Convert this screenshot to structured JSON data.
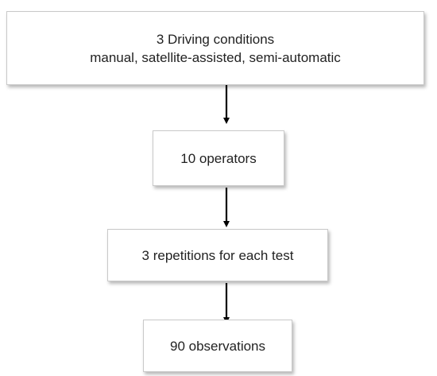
{
  "nodes": [
    {
      "id": "box1",
      "lines": [
        "3 Driving conditions",
        "manual, satellite-assisted, semi-automatic"
      ]
    },
    {
      "id": "box2",
      "lines": [
        "10 operators"
      ]
    },
    {
      "id": "box3",
      "lines": [
        "3 repetitions for each test"
      ]
    },
    {
      "id": "box4",
      "lines": [
        "90 observations"
      ]
    }
  ],
  "edges": [
    {
      "from": "box1",
      "to": "box2"
    },
    {
      "from": "box2",
      "to": "box3"
    },
    {
      "from": "box3",
      "to": "box4"
    }
  ],
  "colors": {
    "arrow": "#000000",
    "box_border": "#c9c9c9",
    "text": "#222222"
  }
}
